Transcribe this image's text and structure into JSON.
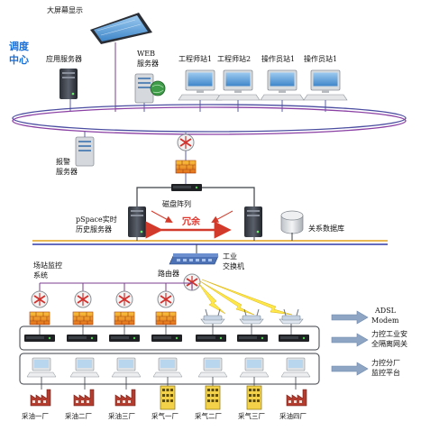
{
  "labels": {
    "big_screen": "大屏幕显示",
    "dispatch_line1": "调度",
    "dispatch_line2": "中心",
    "app_server": "应用服务器",
    "web_server_line1": "WEB",
    "web_server_line2": "服务器",
    "eng_station1": "工程师站1",
    "eng_station2": "工程师站2",
    "op_station_a": "操作员站1",
    "op_station_b": "操作员站1",
    "alarm_server_line1": "报警",
    "alarm_server_line2": "服务器",
    "disk_array": "磁盘阵列",
    "redundancy": "冗余",
    "pspace_line1": "pSpace实时",
    "pspace_line2": "历史服务器",
    "relational_db": "关系数据库",
    "industrial_switch_line1": "工业",
    "industrial_switch_line2": "交换机",
    "router": "路由器",
    "station_monitor_line1": "场站监控",
    "station_monitor_line2": "系统"
  },
  "sites": [
    "采油一厂",
    "采油二厂",
    "采油三厂",
    "采气一厂",
    "采气二厂",
    "采气三厂",
    "采油四厂"
  ],
  "legend": {
    "adsl_line1": "ADSL",
    "adsl_line2": "Modem",
    "isolator_line1": "力控工业安",
    "isolator_line2": "全隔离网关",
    "monitor_line1": "力控分厂",
    "monitor_line2": "监控平台"
  },
  "colors": {
    "ring_primary": "#4a4da0",
    "ring_secondary": "#8a3fa3",
    "bus_orange": "#e3a21c",
    "bus_blue": "#2f3aa8",
    "dispatch_blue": "#1a6fd6",
    "redundancy_red": "#e0332a"
  }
}
